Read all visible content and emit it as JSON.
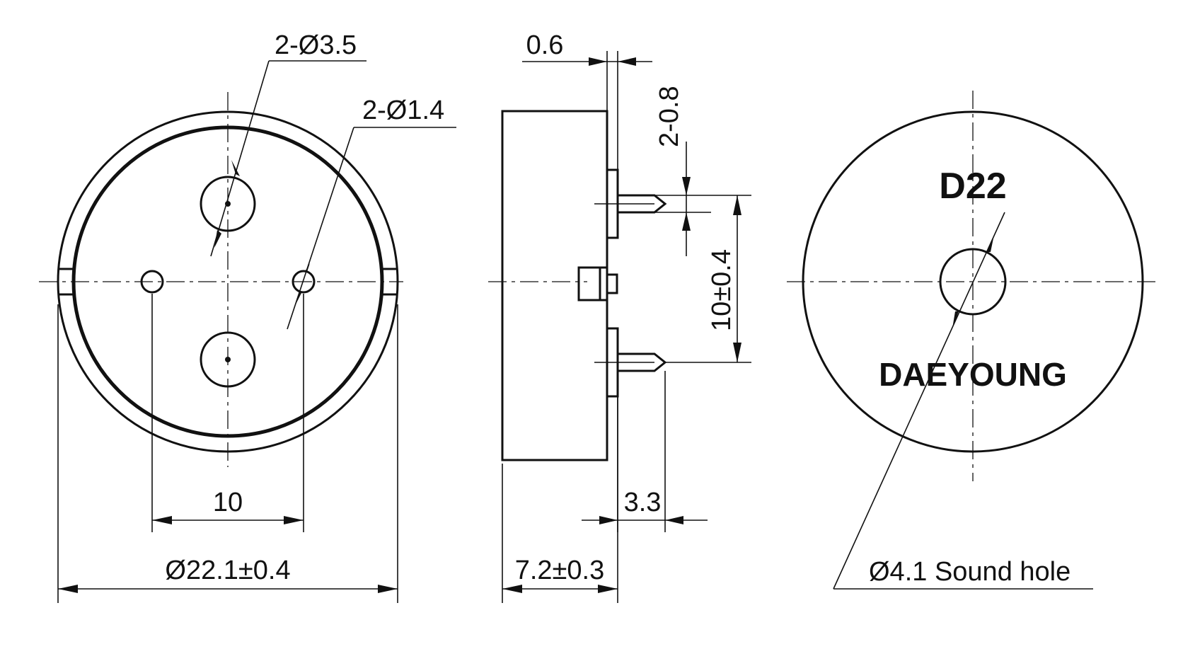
{
  "front_view": {
    "big_hole_label": "2-Ø3.5",
    "small_hole_label": "2-Ø1.4",
    "pitch_label": "10",
    "diameter_label": "Ø22.1±0.4"
  },
  "side_view": {
    "pin_thickness_label": "0.6",
    "pin_width_label": "2-0.8",
    "pin_pitch_label": "10±0.4",
    "pin_length_label": "3.3",
    "height_label": "7.2±0.3"
  },
  "top_view": {
    "model_marking": "D22",
    "brand_marking": "DAEYOUNG",
    "sound_hole_label": "Ø4.1 Sound hole"
  }
}
